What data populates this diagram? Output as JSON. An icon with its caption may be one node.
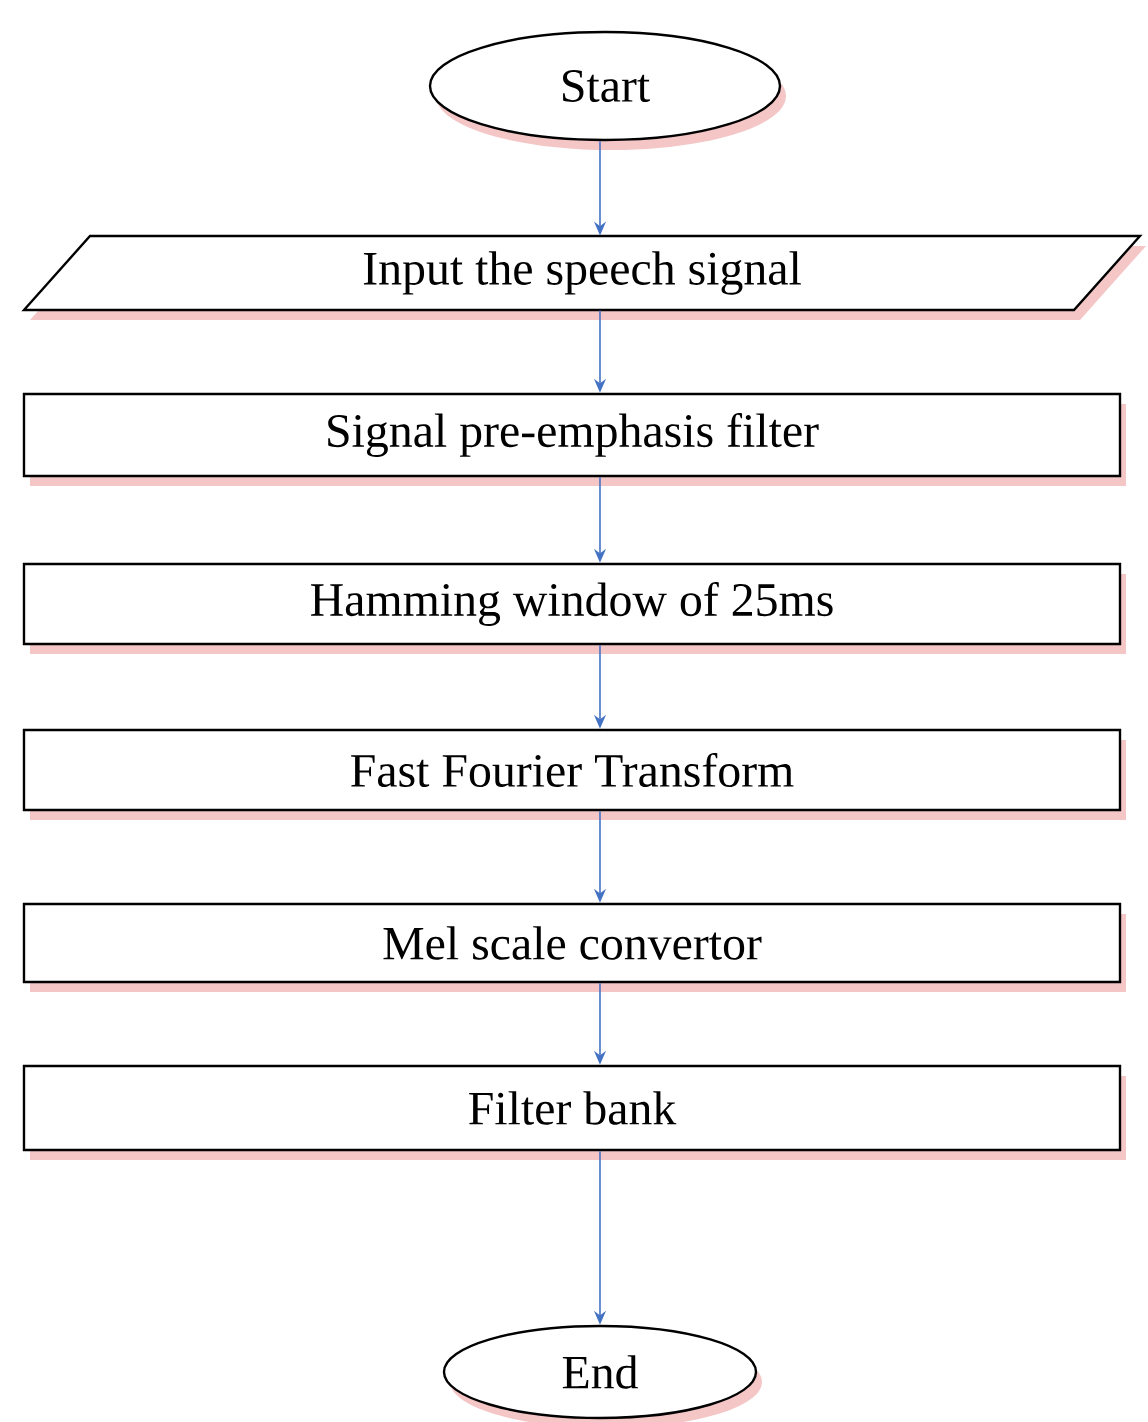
{
  "diagram": {
    "nodes": [
      {
        "text": [
          "Start"
        ]
      },
      {
        "text": [
          "Input the speech signal"
        ]
      },
      {
        "text": [
          "Signal pre-emphasis filter"
        ]
      },
      {
        "text": [
          "Hamming window of 25ms"
        ]
      },
      {
        "text": [
          "Fast Fourier Transform"
        ]
      },
      {
        "text": [
          "Mel scale convertor"
        ]
      },
      {
        "text": [
          "Filter bank"
        ]
      },
      {
        "text": [
          "End"
        ]
      }
    ],
    "edges": [
      {
        "from": 0,
        "to": 1,
        "arrow": "to"
      },
      {
        "from": 1,
        "to": 2,
        "arrow": "to"
      },
      {
        "from": 2,
        "to": 3,
        "arrow": "to"
      },
      {
        "from": 3,
        "to": 4,
        "arrow": "to"
      },
      {
        "from": 4,
        "to": 5,
        "arrow": "to"
      },
      {
        "from": 5,
        "to": 6,
        "arrow": "to"
      },
      {
        "from": 6,
        "to": 7,
        "arrow": "to"
      }
    ]
  }
}
